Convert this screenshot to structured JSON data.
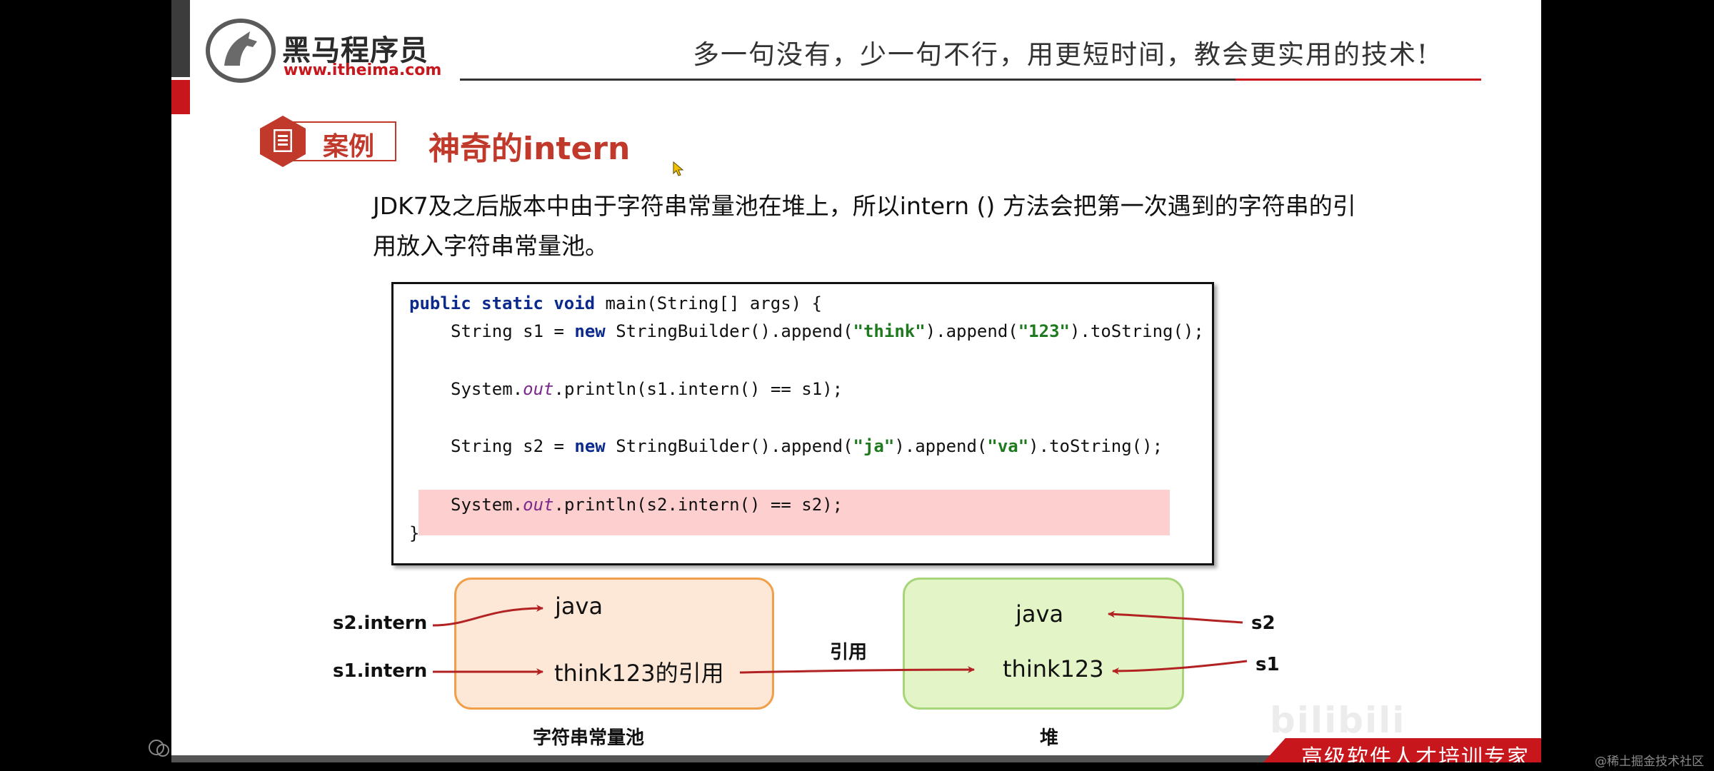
{
  "header": {
    "logo_name": "黑马程序员",
    "logo_url": "www.itheima.com",
    "slogan": "多一句没有，少一句不行，用更短时间，教会更实用的技术!"
  },
  "case": {
    "label": "案例",
    "title": "神奇的intern"
  },
  "description": {
    "line1": "JDK7及之后版本中由于字符串常量池在堆上，所以intern () 方法会把第一次遇到的字符串的引",
    "line2": "用放入字符串常量池。"
  },
  "code": {
    "line1": {
      "kw1": "public",
      "kw2": "static",
      "kw3": "void",
      "rest": " main(String[] args) {"
    },
    "line2": {
      "a": "String s1 = ",
      "kw": "new",
      "b": " StringBuilder().append(",
      "s1": "\"think\"",
      "c": ").append(",
      "s2": "\"123\"",
      "d": ").toString();"
    },
    "line3": {
      "a": "System.",
      "out": "out",
      "b": ".println(s1.intern() == s1);"
    },
    "line4": {
      "a": "String s2 = ",
      "kw": "new",
      "b": " StringBuilder().append(",
      "s1": "\"ja\"",
      "c": ").append(",
      "s2": "\"va\"",
      "d": ").toString();"
    },
    "line5": {
      "a": "System.",
      "out": "out",
      "b": ".println(s2.intern() == s2);"
    },
    "line6": "}"
  },
  "diagram": {
    "pool_java": "java",
    "pool_think": "think123的引用",
    "heap_java": "java",
    "heap_think": "think123",
    "s2_intern": "s2.intern",
    "s1_intern": "s1.intern",
    "s2": "s2",
    "s1": "s1",
    "ref": "引用",
    "pool_label": "字符串常量池",
    "heap_label": "堆"
  },
  "footer": {
    "slogan": "高级软件人才培训专家"
  },
  "credit": "@稀土掘金技术社区",
  "colors": {
    "brand_red": "#c8161d",
    "pool_fill": "#fde7d7",
    "heap_fill": "#e3f5c6",
    "arrow": "#b22222",
    "highlight": "#fdd0cf"
  }
}
